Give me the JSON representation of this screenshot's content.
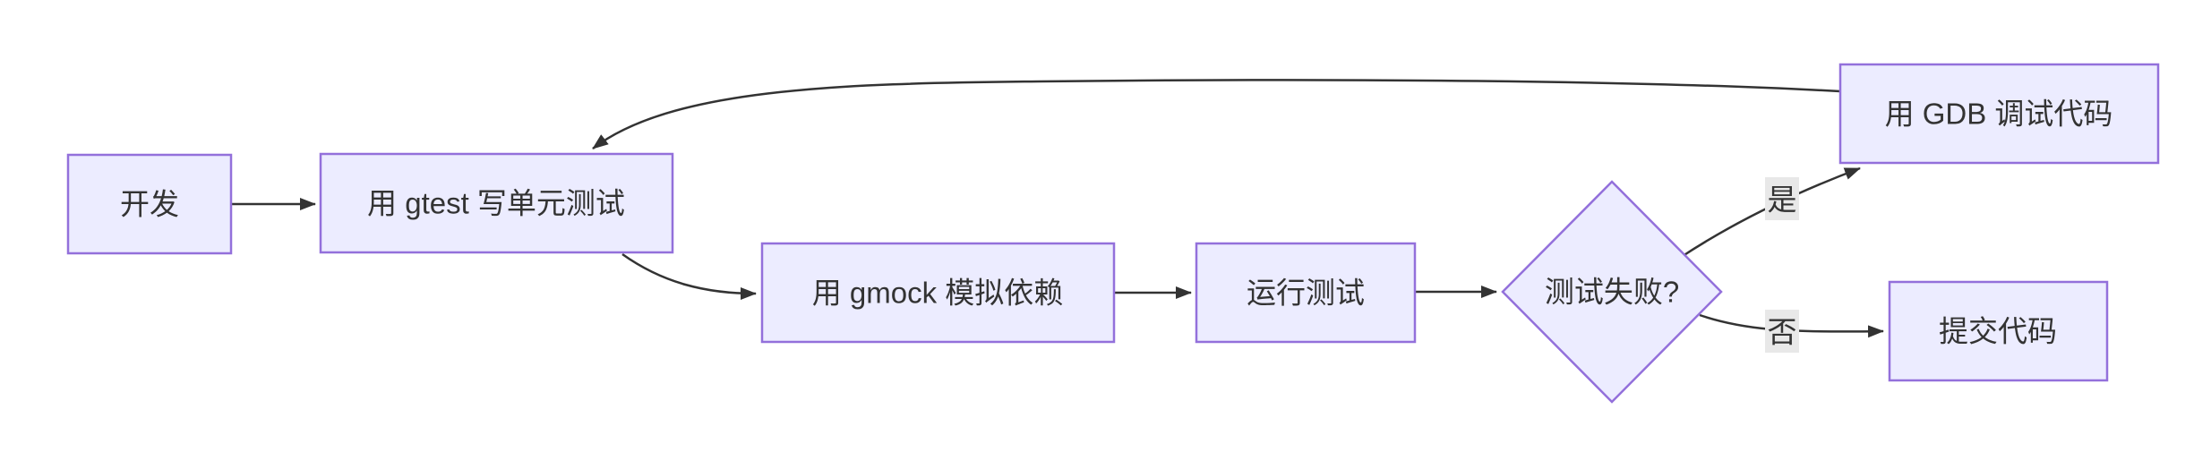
{
  "diagram": {
    "type": "flowchart",
    "direction": "LR",
    "nodes": [
      {
        "id": "dev",
        "label": "开发",
        "shape": "rect"
      },
      {
        "id": "write_tests",
        "label": "用 gtest 写单元测试",
        "shape": "rect"
      },
      {
        "id": "mock_deps",
        "label": "用 gmock 模拟依赖",
        "shape": "rect"
      },
      {
        "id": "run_tests",
        "label": "运行测试",
        "shape": "rect"
      },
      {
        "id": "tests_failed",
        "label": "测试失败?",
        "shape": "diamond"
      },
      {
        "id": "debug_gdb",
        "label": "用 GDB 调试代码",
        "shape": "rect"
      },
      {
        "id": "commit",
        "label": "提交代码",
        "shape": "rect"
      }
    ],
    "edges": [
      {
        "from": "dev",
        "to": "write_tests",
        "label": ""
      },
      {
        "from": "write_tests",
        "to": "mock_deps",
        "label": ""
      },
      {
        "from": "mock_deps",
        "to": "run_tests",
        "label": ""
      },
      {
        "from": "run_tests",
        "to": "tests_failed",
        "label": ""
      },
      {
        "from": "tests_failed",
        "to": "debug_gdb",
        "label": "是"
      },
      {
        "from": "tests_failed",
        "to": "commit",
        "label": "否"
      },
      {
        "from": "debug_gdb",
        "to": "write_tests",
        "label": ""
      }
    ],
    "colors": {
      "background": "#ffffff",
      "node_fill": "#ECECFF",
      "node_border": "#9370DB",
      "edge": "#333333",
      "text": "#333333",
      "edge_label_bg": "#e8e8e8"
    }
  }
}
